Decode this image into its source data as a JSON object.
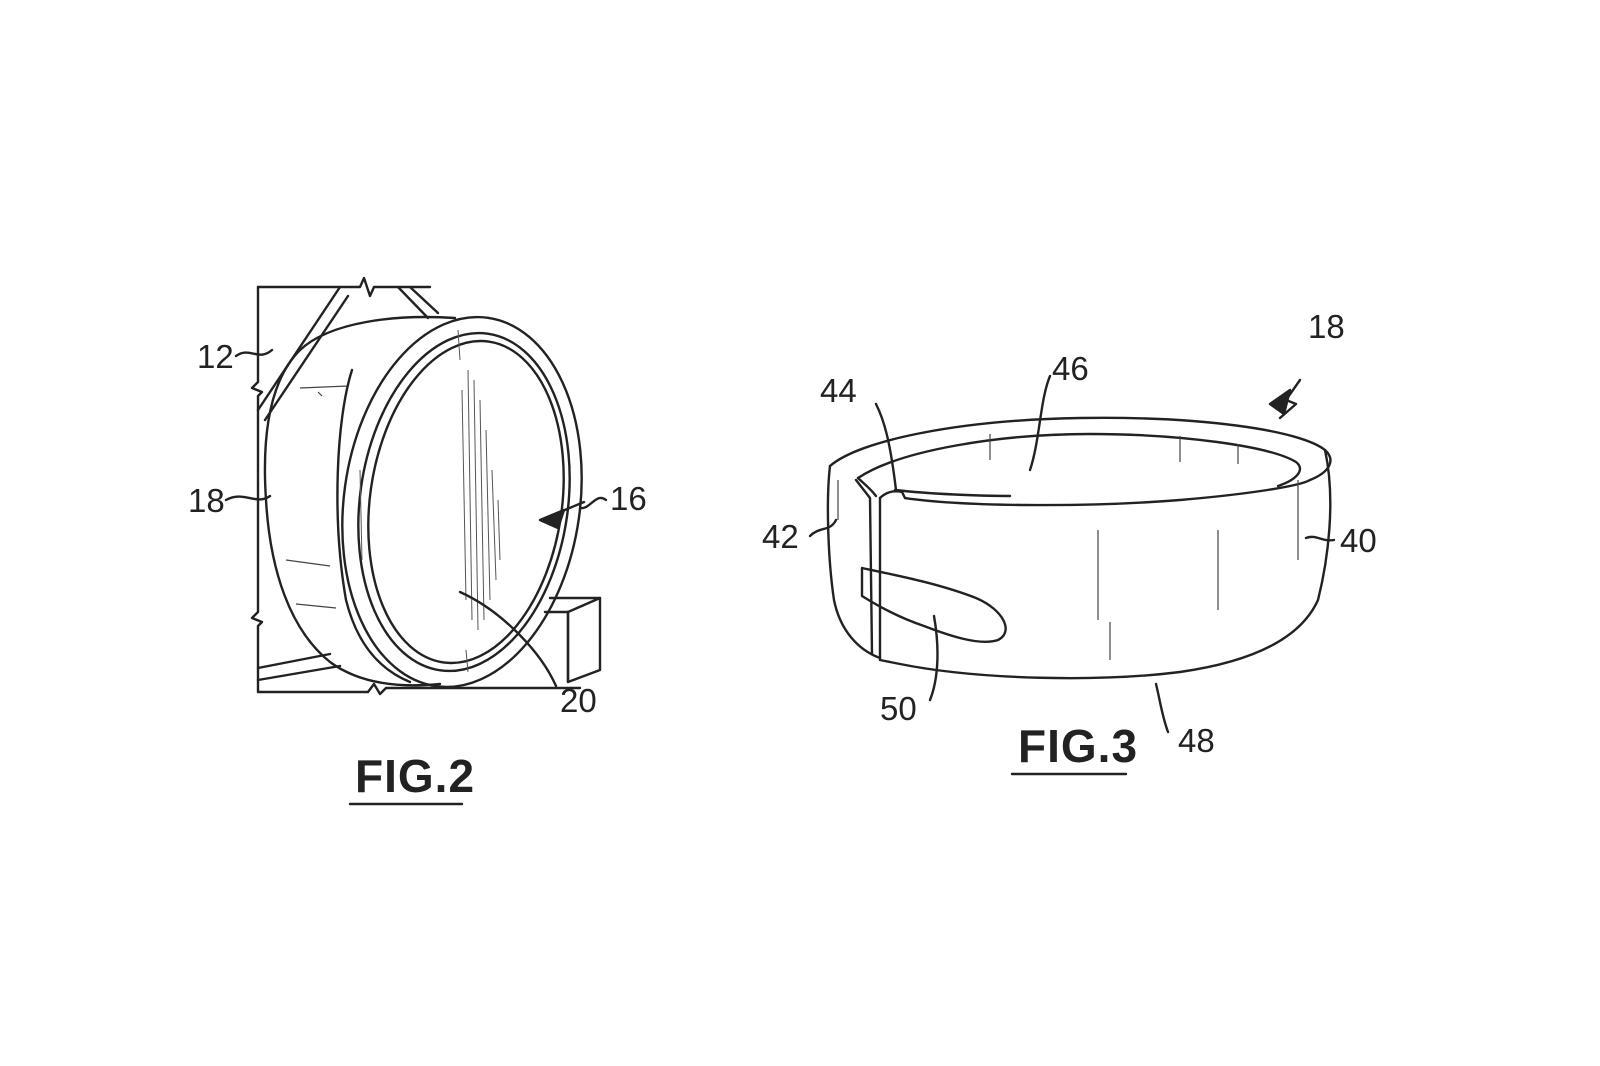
{
  "figures": [
    {
      "id": "fig2",
      "caption": "FIG.2",
      "labels": {
        "l12": "12",
        "l18": "18",
        "l16": "16",
        "l20": "20"
      }
    },
    {
      "id": "fig3",
      "caption": "FIG.3",
      "labels": {
        "l18": "18",
        "l44": "44",
        "l46": "46",
        "l42": "42",
        "l40": "40",
        "l50": "50",
        "l48": "48"
      }
    }
  ]
}
